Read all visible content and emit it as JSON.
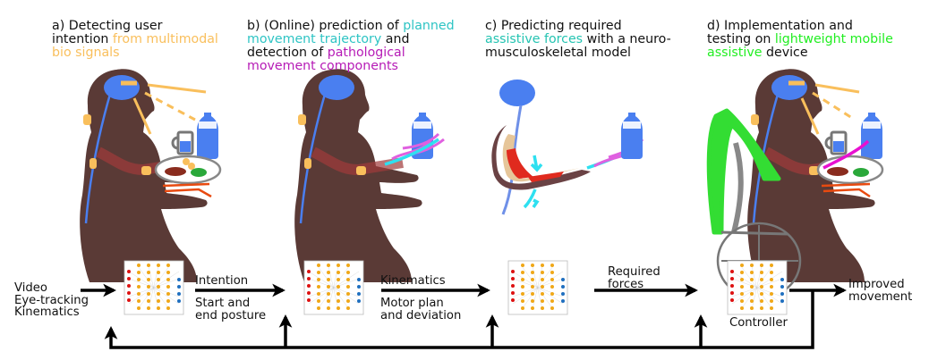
{
  "panels": [
    {
      "id": "a",
      "parts": [
        {
          "text": "a) Detecting user",
          "color": "default"
        },
        {
          "text": "\n",
          "color": "default"
        },
        {
          "text": "intention ",
          "color": "default"
        },
        {
          "text": "from multimodal",
          "color": "orange"
        },
        {
          "text": "\n",
          "color": "default"
        },
        {
          "text": "bio signals",
          "color": "orange"
        }
      ]
    },
    {
      "id": "b",
      "parts": [
        {
          "text": "b) (Online) prediction of ",
          "color": "default"
        },
        {
          "text": "planned",
          "color": "teal"
        },
        {
          "text": "\n",
          "color": "default"
        },
        {
          "text": "movement trajectory",
          "color": "teal"
        },
        {
          "text": " and",
          "color": "default"
        },
        {
          "text": "\n",
          "color": "default"
        },
        {
          "text": "detection of ",
          "color": "default"
        },
        {
          "text": "pathological",
          "color": "magenta"
        },
        {
          "text": "\n",
          "color": "default"
        },
        {
          "text": "movement components",
          "color": "magenta"
        }
      ]
    },
    {
      "id": "c",
      "parts": [
        {
          "text": "c) Predicting required",
          "color": "default"
        },
        {
          "text": "\n",
          "color": "default"
        },
        {
          "text": "assistive forces",
          "color": "tealc"
        },
        {
          "text": " with a neuro-",
          "color": "default"
        },
        {
          "text": "\n",
          "color": "default"
        },
        {
          "text": "musculoskeletal model",
          "color": "default"
        }
      ]
    },
    {
      "id": "d",
      "parts": [
        {
          "text": "d) Implementation and",
          "color": "default"
        },
        {
          "text": "\n",
          "color": "default"
        },
        {
          "text": "testing on ",
          "color": "default"
        },
        {
          "text": "lightweight mobile",
          "color": "green"
        },
        {
          "text": "\n",
          "color": "default"
        },
        {
          "text": "assistive",
          "color": "green"
        },
        {
          "text": " device",
          "color": "default"
        }
      ]
    }
  ],
  "colors": {
    "orange": "#f9bf5c",
    "teal": "#2ec4c4",
    "magenta": "#b61bb6",
    "tealc": "#25c4b2",
    "green": "#22ee22"
  },
  "flow": {
    "inputs": [
      "Video",
      "Eye-tracking",
      "Kinematics"
    ],
    "arrow1_top": "Intention",
    "arrow1_bottom": [
      "Start and",
      "end posture"
    ],
    "arrow2_top": "Kinematics",
    "arrow2_bottom": [
      "Motor plan",
      "and deviation"
    ],
    "arrow3_top": [
      "Required",
      "forces"
    ],
    "controller_label": "Controller",
    "output": [
      "Improved",
      "movement"
    ]
  },
  "icons": [
    "neural-network-icon",
    "human-figure-illustration",
    "wheelchair-illustration",
    "bottle-icon",
    "mug-icon",
    "plate-icon"
  ]
}
